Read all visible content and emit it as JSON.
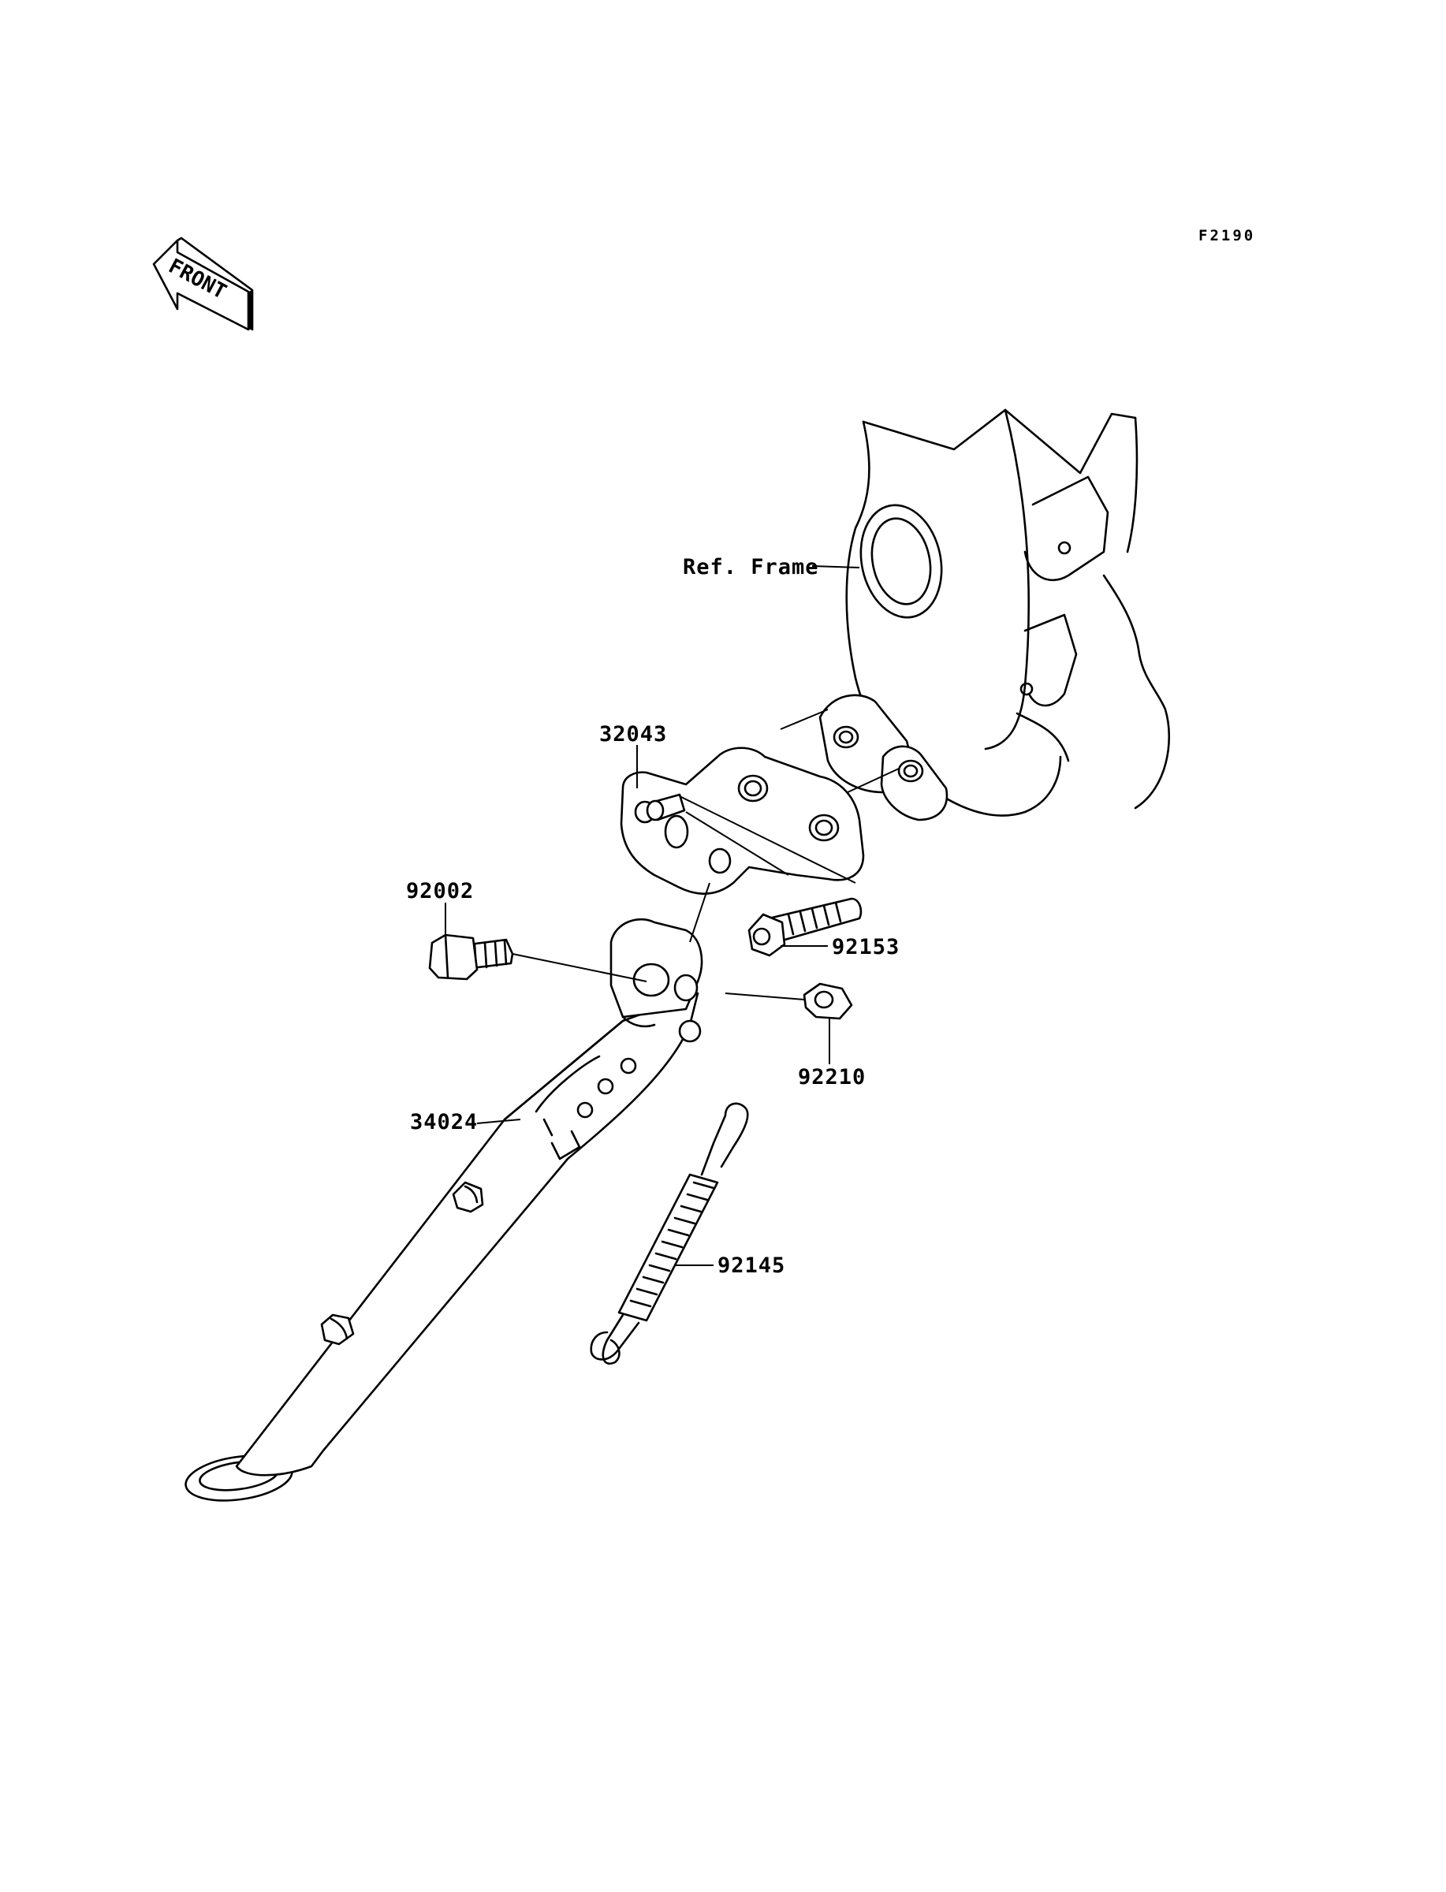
{
  "diagram": {
    "code": "F2190",
    "front_label": "FRONT",
    "parts": [
      {
        "id": "ref-frame",
        "label": "Ref. Frame"
      },
      {
        "id": "32043",
        "label": "32043"
      },
      {
        "id": "92002",
        "label": "92002"
      },
      {
        "id": "92153",
        "label": "92153"
      },
      {
        "id": "92210",
        "label": "92210"
      },
      {
        "id": "34024",
        "label": "34024"
      },
      {
        "id": "92145",
        "label": "92145"
      }
    ]
  }
}
